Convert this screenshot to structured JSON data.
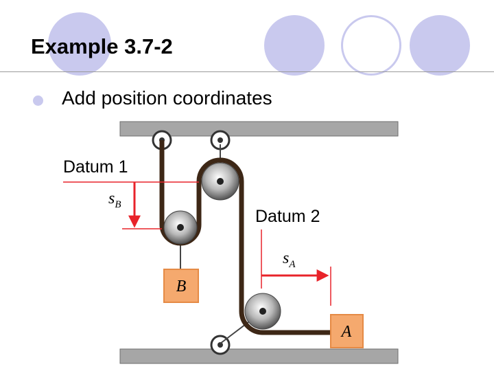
{
  "slide": {
    "title": "Example 3.7-2",
    "bullet": "Add position coordinates"
  },
  "diagram": {
    "datum1_label": "Datum 1",
    "datum2_label": "Datum 2",
    "sB_main": "s",
    "sB_sub": "B",
    "sA_main": "s",
    "sA_sub": "A",
    "block_B_label": "B",
    "block_A_label": "A"
  },
  "colors": {
    "accent_circles": "#c9c9ee",
    "rope": "#3d2716",
    "arrow": "#e8232a",
    "block_fill": "#f5a96e",
    "block_stroke": "#e58a45",
    "support_beam": "#a6a6a6"
  }
}
